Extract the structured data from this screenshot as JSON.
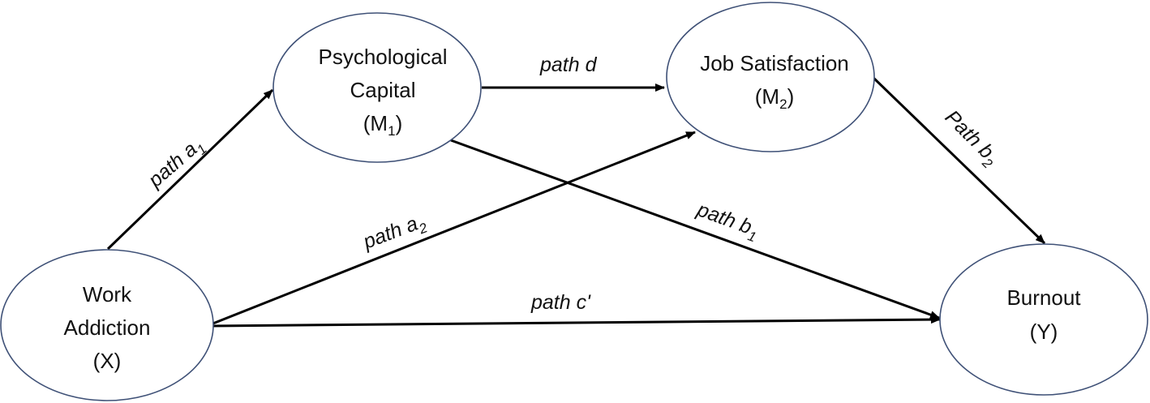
{
  "nodes": {
    "x": {
      "line1": "Work",
      "line2": "Addiction",
      "line3": "(X)"
    },
    "m1": {
      "line1": "Psychological",
      "line2": "Capital",
      "symbol_open": "(M",
      "subscript": "1",
      "symbol_close": ")"
    },
    "m2": {
      "line1": "Job Satisfaction",
      "symbol_open": "(M",
      "subscript": "2",
      "symbol_close": ")"
    },
    "y": {
      "line1": "Burnout",
      "line2": "(Y)"
    }
  },
  "paths": {
    "a1": {
      "text": "path a",
      "sub": "1"
    },
    "a2": {
      "text": "path a",
      "sub": "2"
    },
    "d": {
      "text": "path d"
    },
    "b1": {
      "text": "path b",
      "sub": "1"
    },
    "b2": {
      "text": "Path b",
      "sub": "2"
    },
    "c_prime": {
      "text": "path c'"
    }
  },
  "colors": {
    "ellipse_stroke": "#3f5177",
    "arrow": "#000000"
  }
}
